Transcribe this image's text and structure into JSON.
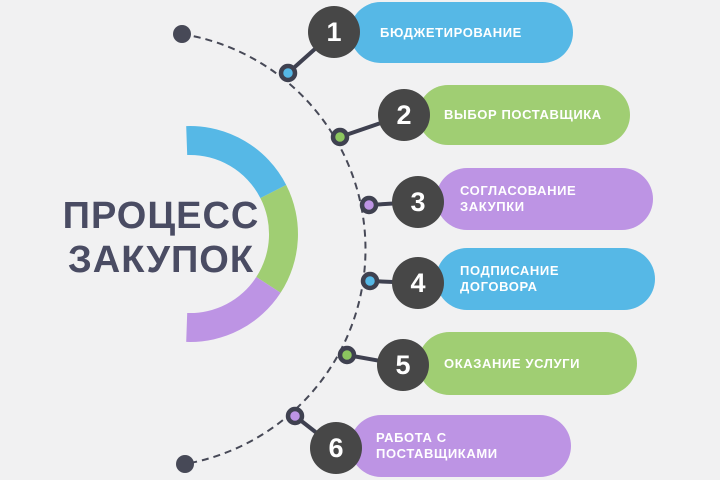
{
  "title": {
    "line1": "ПРОЦЕСС",
    "line2": "ЗАКУПОК"
  },
  "colors": {
    "background": "#f1f1f2",
    "title_text": "#4a4c63",
    "step_circle": "#474747",
    "step_number_text": "#ffffff",
    "pill_text": "#ffffff",
    "timeline": "#474957",
    "node_ring": "#3f4150",
    "blue": "#56b8e6",
    "green": "#a0ce73",
    "purple": "#bd94e4"
  },
  "ring_segments": [
    {
      "name": "blue-segment",
      "color": "#56b8e6"
    },
    {
      "name": "green-segment",
      "color": "#a0ce73"
    },
    {
      "name": "purple-segment",
      "color": "#bd94e4"
    }
  ],
  "steps": [
    {
      "number": "1",
      "label": "БЮДЖЕТИРОВАНИЕ",
      "pill_color": "#56b8e6",
      "node_color": "#56b8e6"
    },
    {
      "number": "2",
      "label": "ВЫБОР ПОСТАВЩИКА",
      "pill_color": "#a0ce73",
      "node_color": "#8cc65f"
    },
    {
      "number": "3",
      "label": "СОГЛАСОВАНИЕ\nЗАКУПКИ",
      "pill_color": "#bd94e4",
      "node_color": "#bd94e4"
    },
    {
      "number": "4",
      "label": "ПОДПИСАНИЕ\nДОГОВОРА",
      "pill_color": "#56b8e6",
      "node_color": "#56b8e6"
    },
    {
      "number": "5",
      "label": "ОКАЗАНИЕ УСЛУГИ",
      "pill_color": "#a0ce73",
      "node_color": "#8cc65f"
    },
    {
      "number": "6",
      "label": "РАБОТА С ПОСТАВЩИКАМИ",
      "pill_color": "#bd94e4",
      "node_color": "#bd94e4"
    }
  ]
}
